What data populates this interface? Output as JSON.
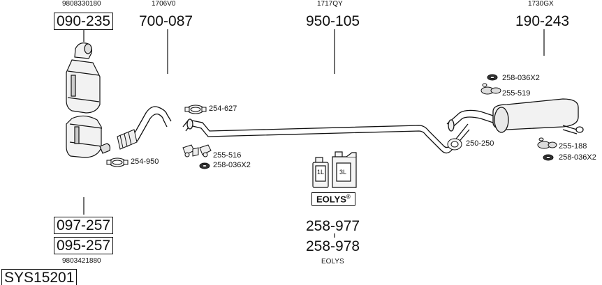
{
  "system_code": "SYS15201",
  "groups": {
    "front_cat": {
      "ref": "9808330180",
      "part": "090-235"
    },
    "front_pipe": {
      "ref": "1706V0",
      "part": "700-087"
    },
    "middle_pipe": {
      "ref": "1717QY",
      "part": "950-105"
    },
    "rear_silencer": {
      "ref": "1730GX",
      "part": "190-243"
    },
    "dpf": {
      "ref": "9803421880",
      "parts": [
        "097-257",
        "095-257"
      ]
    }
  },
  "accessories": {
    "clamp_254_627": "254-627",
    "clamp_254_950": "254-950",
    "mount_255_516": "255-516",
    "gasket_258_036_front": "258-036X2",
    "mount_258_036_rear_top": "258-036X2",
    "mount_255_519": "255-519",
    "clamp_250_250": "250-250",
    "mount_255_188": "255-188",
    "mount_258_036_rear_bottom": "258-036X2"
  },
  "additive": {
    "bottle_small": "1L",
    "bottle_large": "3L",
    "brand": "EOLYS",
    "brand_mark": "®",
    "parts": [
      "258-977",
      "258-978"
    ],
    "caption": "EOLYS"
  }
}
